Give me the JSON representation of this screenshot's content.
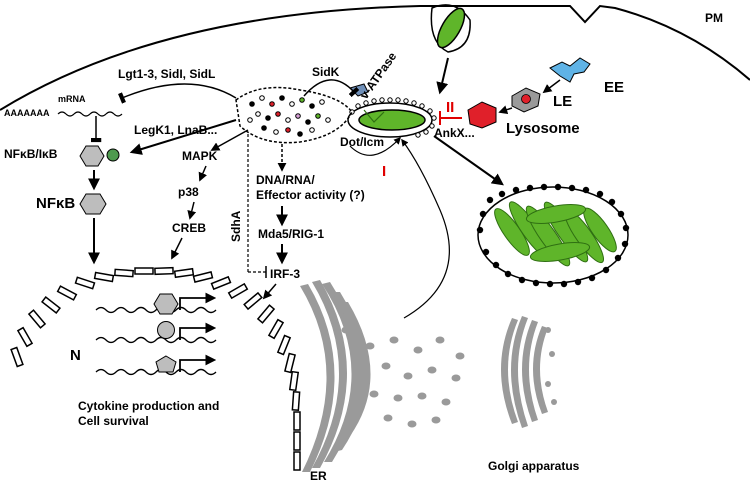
{
  "labels": {
    "pm": "PM",
    "ee": "EE",
    "le": "LE",
    "lysosome": "Lysosome",
    "ankx": "AnkX...",
    "roman_two": "II",
    "roman_one": "I",
    "dot_icm": "Dot/Icm",
    "v_atpase": "v-ATPase",
    "sidk": "SidK",
    "lgt": "Lgt1-3, SidI, SidL",
    "mrna": "mRNA",
    "polya": "AAAAAAA",
    "legk1": "LegK1, LnaB...",
    "nfkb_ikb": "NFκB/IκB",
    "nfkb": "NFκB",
    "mapk": "MAPK",
    "p38": "p38",
    "creb": "CREB",
    "sdha": "SdhA",
    "dna_effector_1": "DNA/RNA/",
    "dna_effector_2": "Effector activity (?)",
    "mda5": "Mda5/RIG-1",
    "irf3": "IRF-3",
    "nucleus": "N",
    "cytokine_1": "Cytokine production and",
    "cytokine_2": "Cell survival",
    "er": "ER",
    "golgi": "Golgi apparatus"
  },
  "colors": {
    "bacterium": "#5fb52a",
    "bacterium_dark": "#2f6f12",
    "lysosome": "#e0202a",
    "endosome": "#5fb3e6",
    "late_endosome": "#9a9a9a",
    "v_atpase": "#6f8fb8",
    "organelle_gray": "#9a9a9a",
    "inhibit_red": "#e00000",
    "ikb_green": "#4e9a4e"
  }
}
